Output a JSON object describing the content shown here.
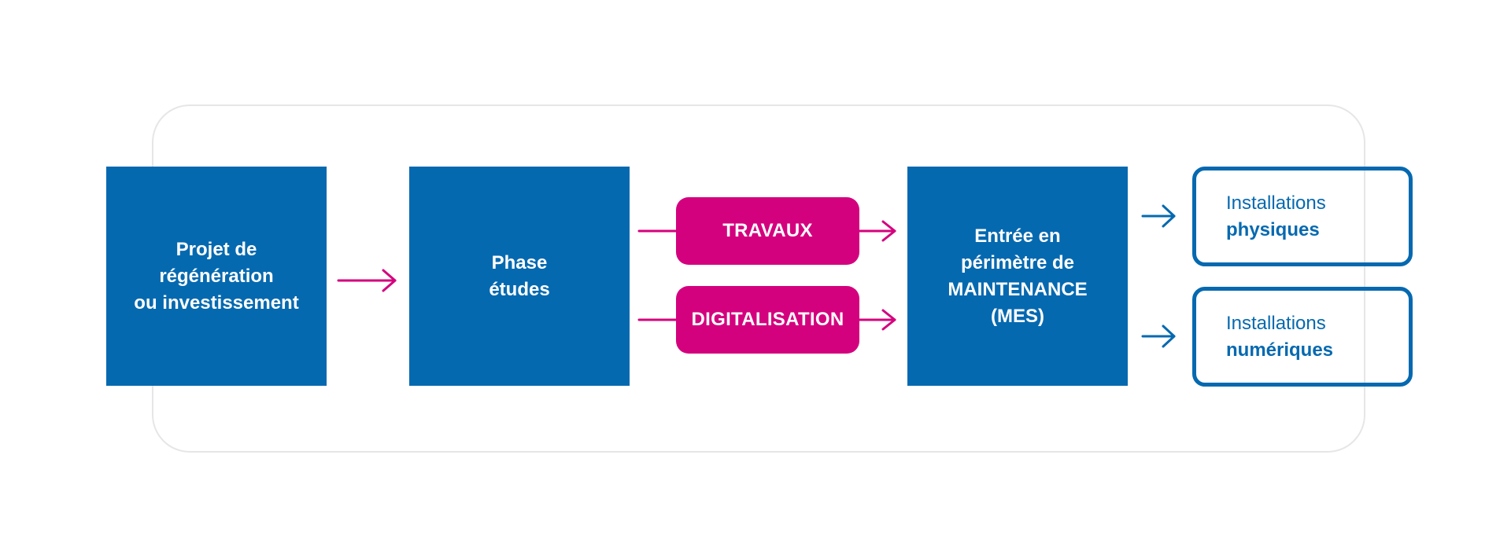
{
  "colors": {
    "primary_blue": "#0569b0",
    "accent_magenta": "#d4017e",
    "frame_gray": "#e6e6e6"
  },
  "projet": {
    "lines": [
      "Projet de",
      "régénération",
      "ou investissement"
    ]
  },
  "phase": {
    "lines": [
      "Phase",
      "études"
    ]
  },
  "travaux": {
    "label": "TRAVAUX"
  },
  "digitalisation": {
    "label": "DIGITALISATION"
  },
  "entree": {
    "lines": [
      "Entrée en",
      "périmètre de",
      "MAINTENANCE",
      "(MES)"
    ]
  },
  "installations_physiques": {
    "line1": "Installations",
    "line2": "physiques"
  },
  "installations_numeriques": {
    "line1": "Installations",
    "line2": "numériques"
  }
}
